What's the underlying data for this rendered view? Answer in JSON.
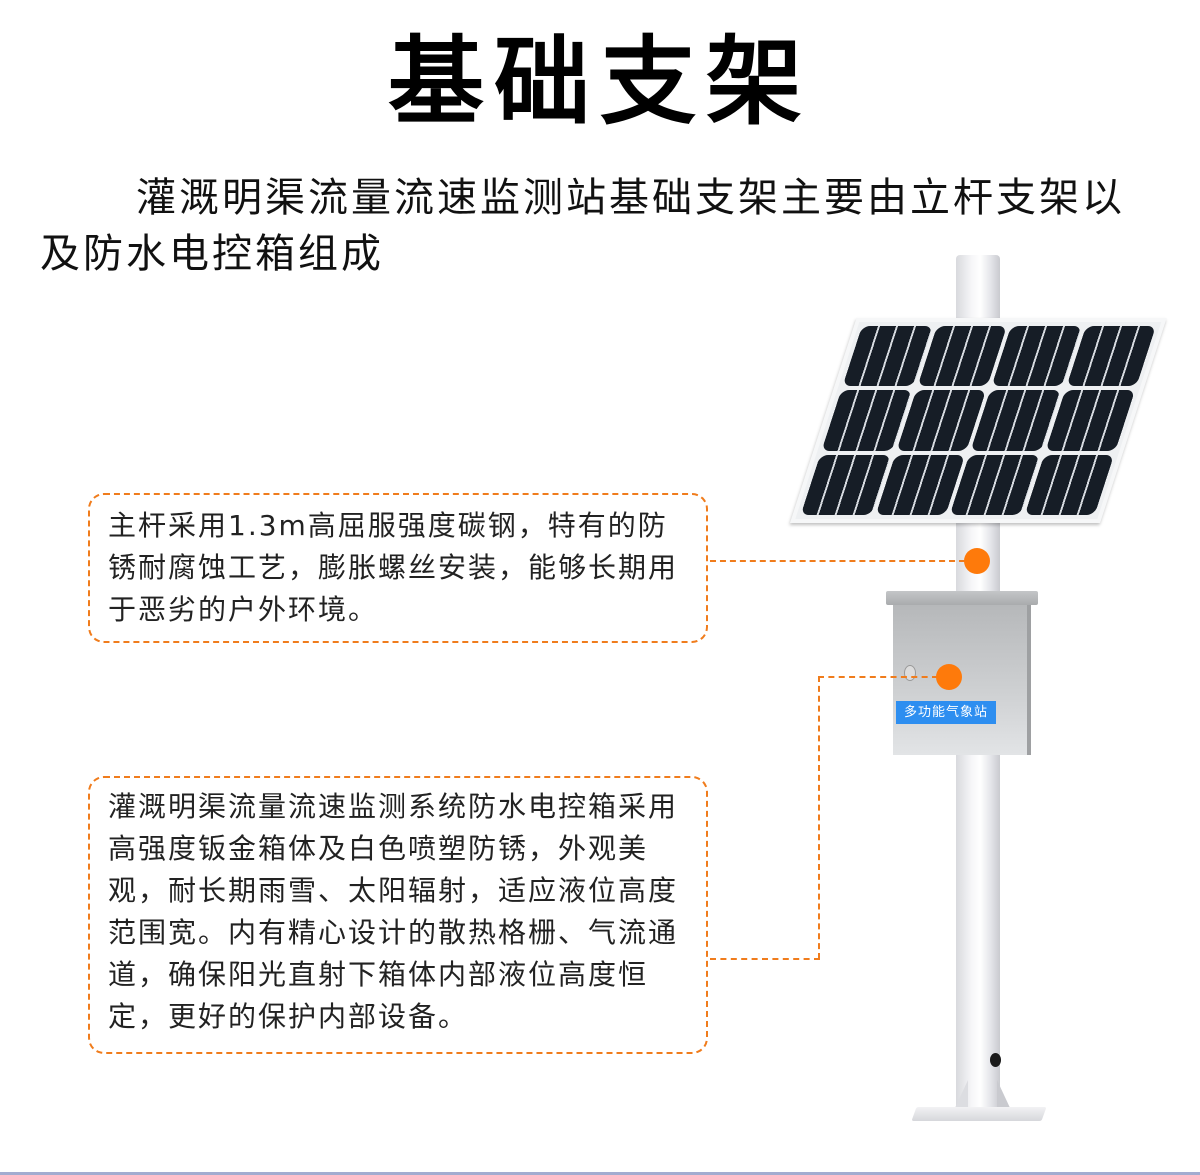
{
  "page": {
    "title": "基础支架",
    "intro": "灌溉明渠流量流速监测站基础支架主要由立杆支架以及防水电控箱组成"
  },
  "callouts": [
    {
      "id": "pole",
      "text": "主杆采用1.3m高屈服强度碳钢，特有的防锈耐腐蚀工艺，膨胀螺丝安装，能够长期用于恶劣的户外环境。"
    },
    {
      "id": "control-box",
      "text": "灌溉明渠流量流速监测系统防水电控箱采用高强度钣金箱体及白色喷塑防锈，外观美观，耐长期雨雪、太阳辐射，适应液位高度范围宽。内有精心设计的散热格栅、气流通道，确保阳光直射下箱体内部液位高度恒定，更好的保护内部设备。"
    }
  ],
  "product": {
    "box_label": "多功能气象站",
    "solar_panel_cells": 12
  },
  "colors": {
    "accent_orange": "#fe7a0b",
    "dashed_line": "#f07c1c",
    "label_blue": "#2d8ef0",
    "title": "#000000"
  }
}
